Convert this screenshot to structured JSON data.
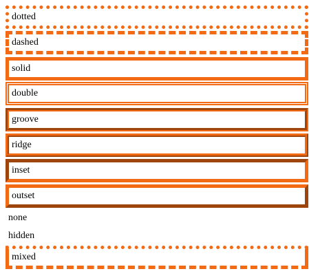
{
  "accent_color": "#f26a14",
  "boxes": [
    {
      "label": "dotted"
    },
    {
      "label": "dashed"
    },
    {
      "label": "solid"
    },
    {
      "label": "double"
    },
    {
      "label": "groove"
    },
    {
      "label": "ridge"
    },
    {
      "label": "inset"
    },
    {
      "label": "outset"
    },
    {
      "label": "none"
    },
    {
      "label": "hidden"
    },
    {
      "label": "mixed"
    }
  ]
}
